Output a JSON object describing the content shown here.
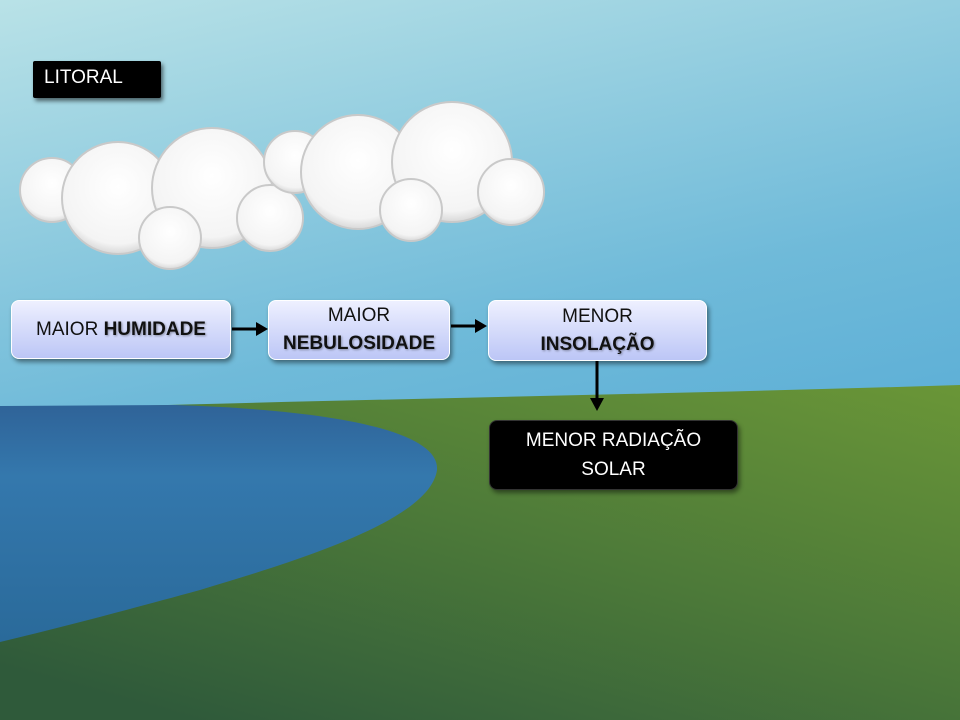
{
  "title": "LITORAL",
  "boxes": {
    "humidity": {
      "line1": "MAIOR",
      "line1_bold": "HUMIDADE"
    },
    "cloudiness": {
      "line1": "MAIOR",
      "line2_bold": "NEBULOSIDADE"
    },
    "insolation": {
      "line1": "MENOR",
      "line2_bold": "INSOLAÇÃO"
    },
    "radiation": {
      "line1": "MENOR RADIAÇÃO",
      "line2": "SOLAR"
    }
  },
  "colors": {
    "sky_top": "#b7dfe6",
    "sky_bottom": "#5eaed6",
    "water": "#2f6fa3",
    "land": "#4f7a35",
    "box_fill": "#c9d2fa",
    "dark_box": "#000000"
  }
}
